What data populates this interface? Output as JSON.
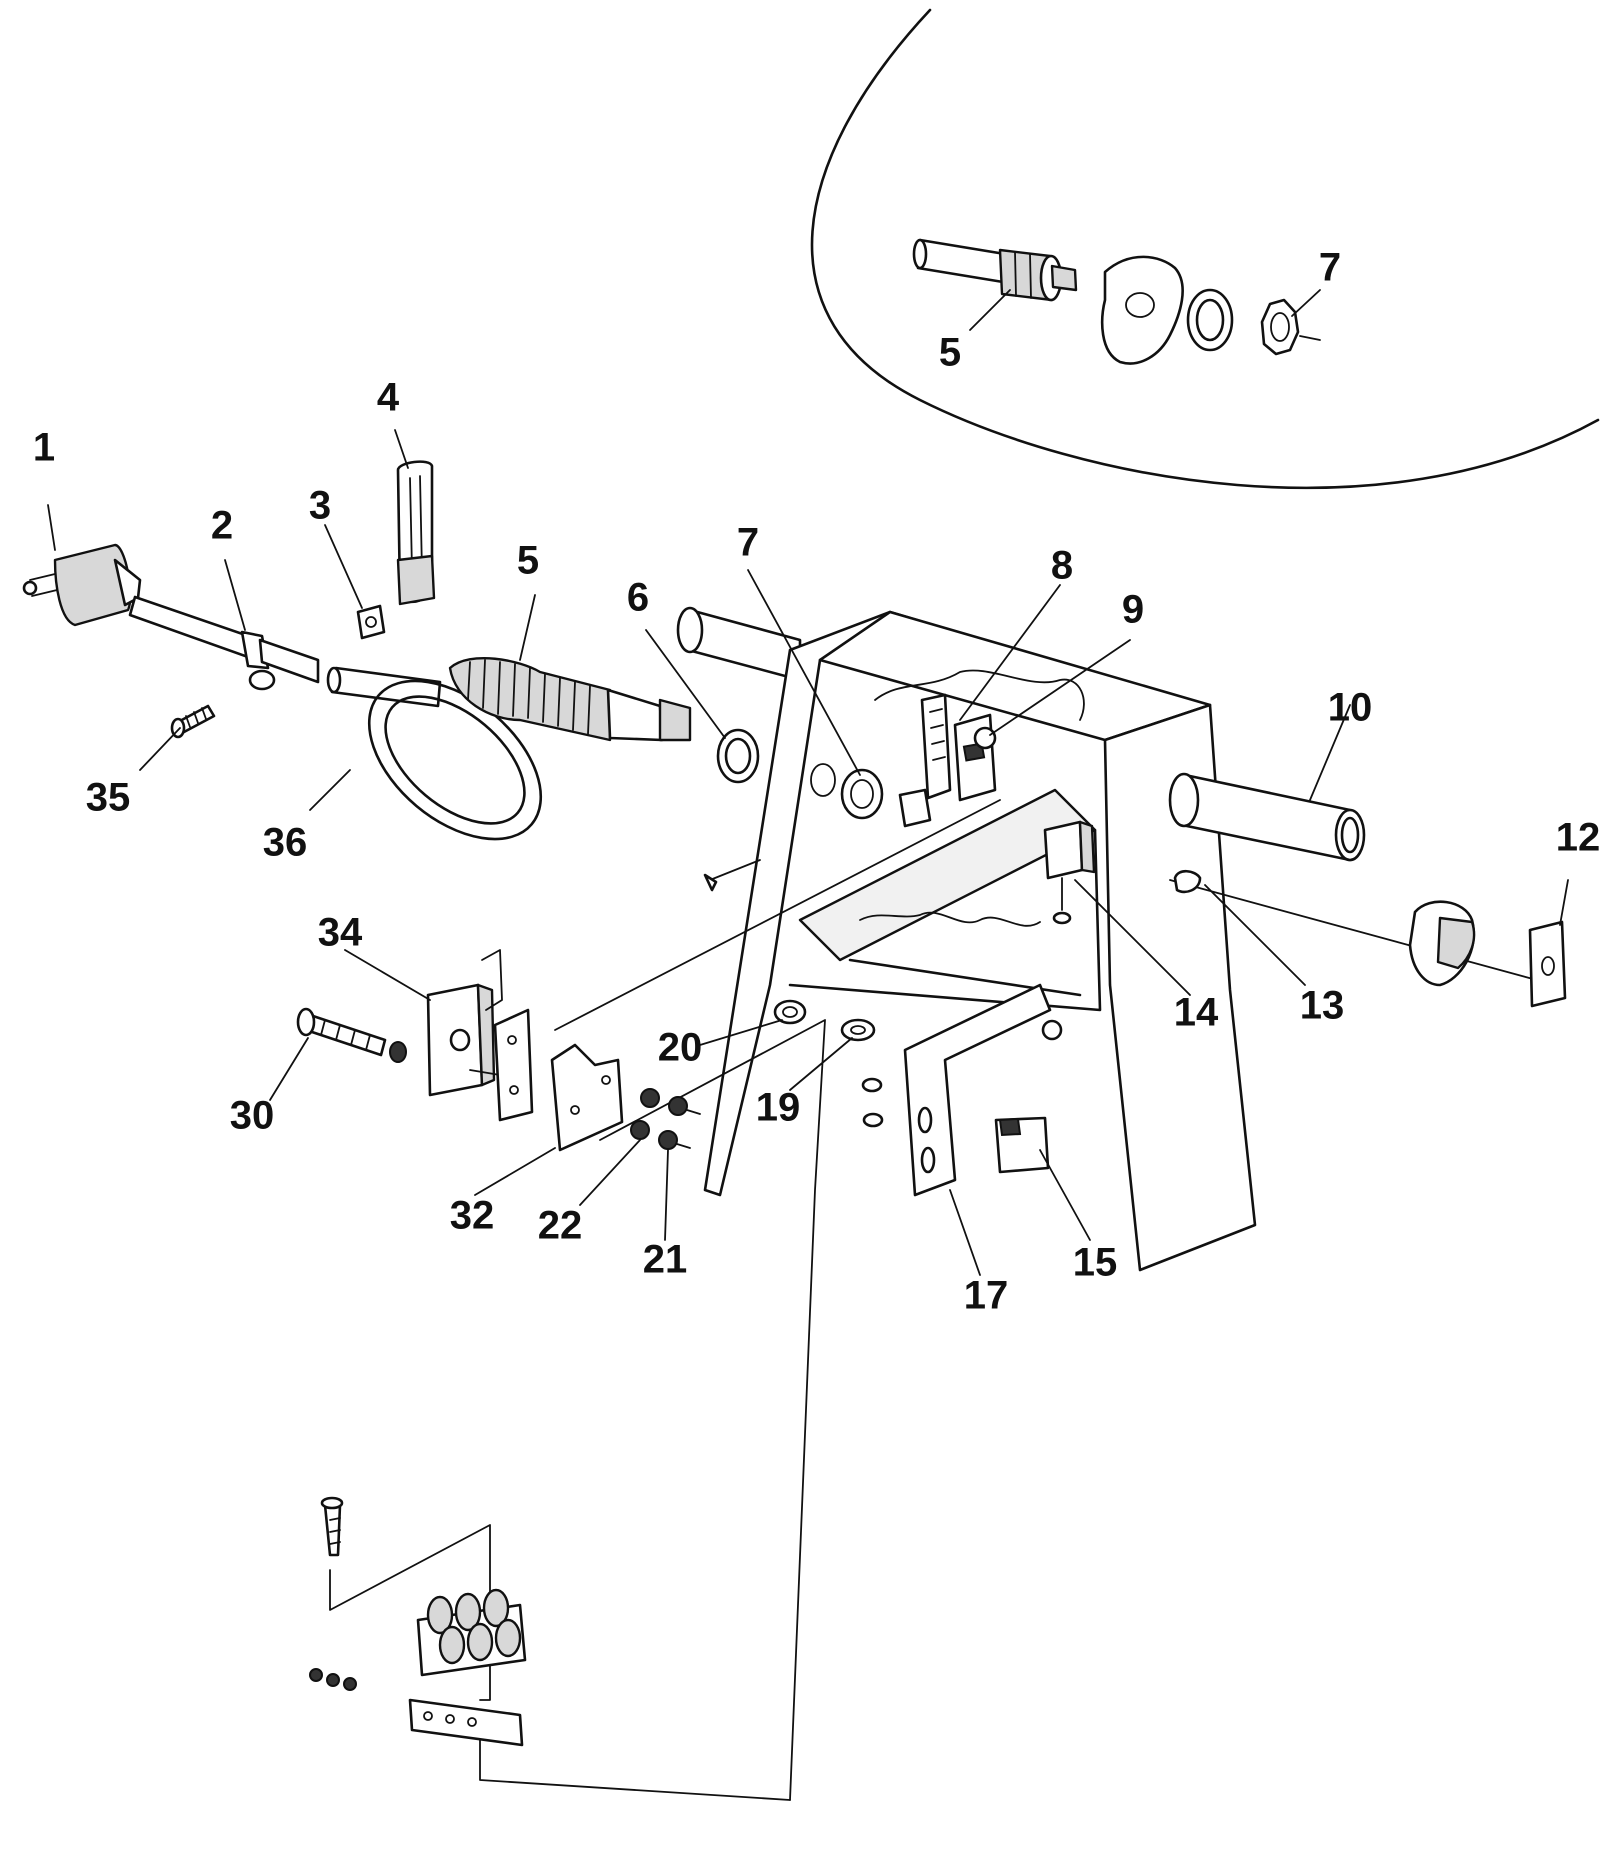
{
  "diagram": {
    "callouts": [
      {
        "id": "c1",
        "text": "1"
      },
      {
        "id": "c2",
        "text": "2"
      },
      {
        "id": "c3",
        "text": "3"
      },
      {
        "id": "c4",
        "text": "4"
      },
      {
        "id": "c5",
        "text": "5"
      },
      {
        "id": "c6",
        "text": "6"
      },
      {
        "id": "c7",
        "text": "7"
      },
      {
        "id": "c8",
        "text": "8"
      },
      {
        "id": "c9",
        "text": "9"
      },
      {
        "id": "c10",
        "text": "10"
      },
      {
        "id": "c12",
        "text": "12"
      },
      {
        "id": "c13",
        "text": "13"
      },
      {
        "id": "c14",
        "text": "14"
      },
      {
        "id": "c15",
        "text": "15"
      },
      {
        "id": "c17",
        "text": "17"
      },
      {
        "id": "c19",
        "text": "19"
      },
      {
        "id": "c20",
        "text": "20"
      },
      {
        "id": "c21",
        "text": "21"
      },
      {
        "id": "c22",
        "text": "22"
      },
      {
        "id": "c30",
        "text": "30"
      },
      {
        "id": "c32",
        "text": "32"
      },
      {
        "id": "c34",
        "text": "34"
      },
      {
        "id": "c35",
        "text": "35"
      },
      {
        "id": "c36",
        "text": "36"
      },
      {
        "id": "c5i",
        "text": "5"
      },
      {
        "id": "c7i",
        "text": "7"
      }
    ]
  }
}
